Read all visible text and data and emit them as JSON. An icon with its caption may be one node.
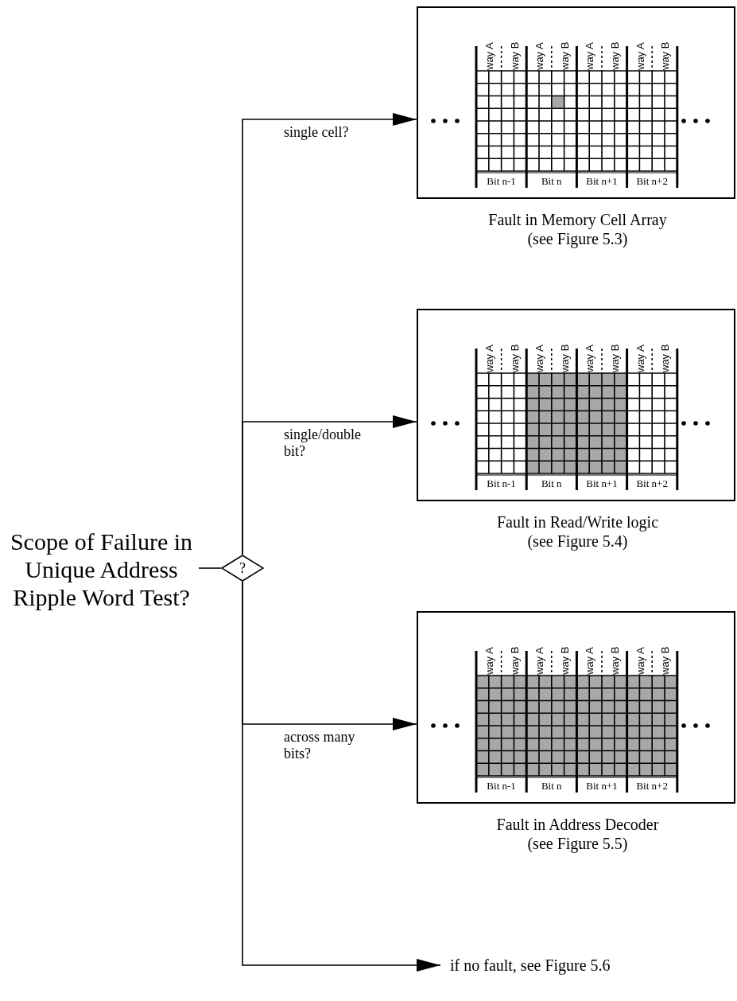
{
  "diagram": {
    "nodes": [
      {
        "text": [
          "Scope of Failure in Unique Address Ripple Word Test?"
        ]
      },
      {
        "text": [
          "?"
        ]
      },
      {
        "text": [
          "way A",
          "way B",
          "way A",
          "way B",
          "way A",
          "way B",
          "way A",
          "way B",
          "Bit n-1",
          "Bit n",
          "Bit n+1",
          "Bit n+2"
        ],
        "beside": [
          "Fault in Memory Cell Array (see Figure 5.3)"
        ]
      },
      {
        "text": [
          "way A",
          "way B",
          "way A",
          "way B",
          "way A",
          "way B",
          "way A",
          "way B",
          "Bit n-1",
          "Bit n",
          "Bit n+1",
          "Bit n+2"
        ],
        "beside": [
          "Fault in Read/Write logic (see Figure 5.4)"
        ]
      },
      {
        "text": [
          "way A",
          "way B",
          "way A",
          "way B",
          "way A",
          "way B",
          "way A",
          "way B",
          "Bit n-1",
          "Bit n",
          "Bit n+1",
          "Bit n+2"
        ],
        "beside": [
          "Fault in Address Decoder (see Figure 5.5)"
        ]
      },
      {
        "text": [
          "if no fault, see Figure 5.6"
        ]
      }
    ],
    "edges": [
      {
        "from": 0,
        "to": 1,
        "arrow": "none"
      },
      {
        "from": 1,
        "to": 2,
        "arrow": "to",
        "label": "single cell?"
      },
      {
        "from": 1,
        "to": 3,
        "arrow": "to",
        "label": "single/double bit?"
      },
      {
        "from": 1,
        "to": 4,
        "arrow": "to",
        "label": "across many bits?"
      },
      {
        "from": 1,
        "to": 5,
        "arrow": "to"
      }
    ]
  }
}
